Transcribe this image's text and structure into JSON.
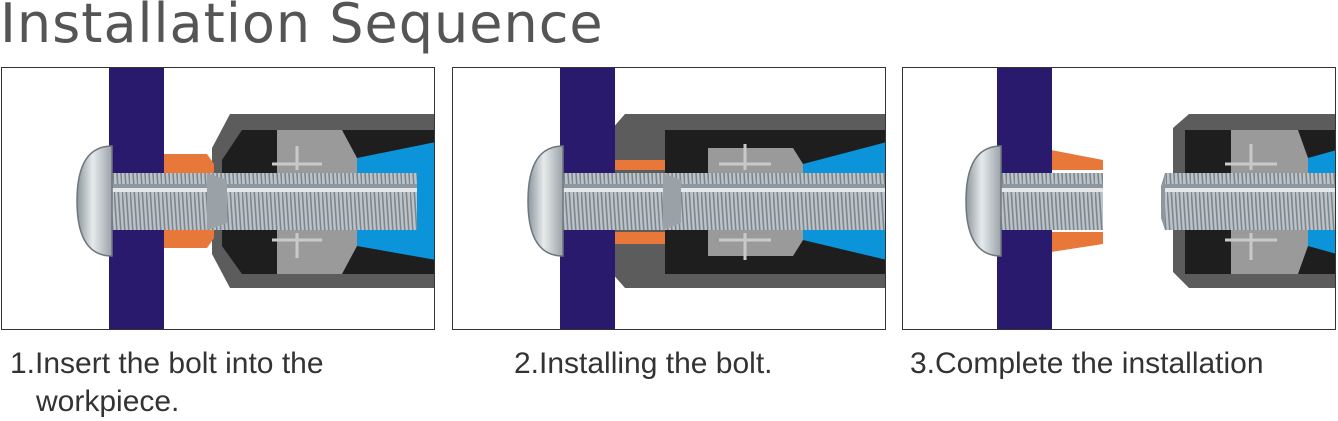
{
  "title": "Installation Sequence",
  "steps": [
    {
      "caption_line1": "1.Insert the bolt into the",
      "caption_line2": "workpiece."
    },
    {
      "caption_line1": "2.Installing the bolt.",
      "caption_line2": ""
    },
    {
      "caption_line1": "3.Complete the installation",
      "caption_line2": ""
    }
  ],
  "colors": {
    "workpiece": "#2a1a6e",
    "rivet_nut_body": "#5a5a5a",
    "rivet_nut_dark": "#1c1c1c",
    "sleeve": "#e8773a",
    "wedge": "#0a93d8",
    "bolt": "#b8c0c6"
  }
}
